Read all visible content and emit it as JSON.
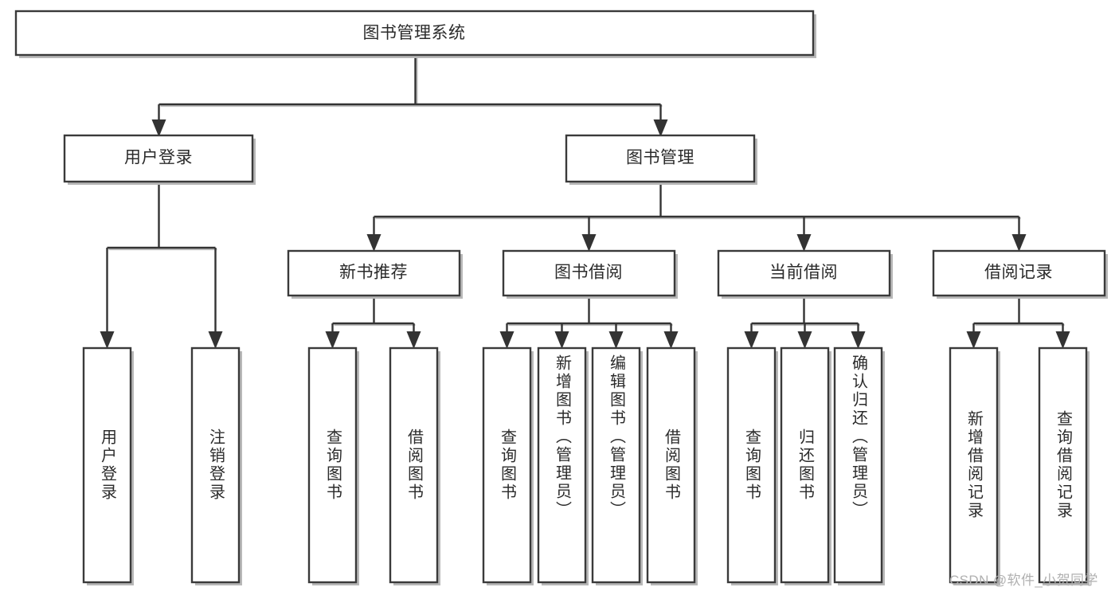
{
  "diagram": {
    "title": "图书管理系统",
    "type": "tree-hierarchy",
    "colors": {
      "node_fill": "#ffffff",
      "node_stroke": "#3a3a3a",
      "connector": "#333333",
      "text": "#2b2b2b",
      "watermark": "#b0b0b0"
    },
    "root": {
      "label": "图书管理系统"
    },
    "level2": [
      {
        "id": "user-login",
        "label": "用户登录"
      },
      {
        "id": "book-manage",
        "label": "图书管理"
      }
    ],
    "level3": [
      {
        "id": "new-book-rec",
        "label": "新书推荐",
        "parent": "book-manage"
      },
      {
        "id": "book-borrow",
        "label": "图书借阅",
        "parent": "book-manage"
      },
      {
        "id": "current-borrow",
        "label": "当前借阅",
        "parent": "book-manage"
      },
      {
        "id": "borrow-record",
        "label": "借阅记录",
        "parent": "book-manage"
      }
    ],
    "leaves": [
      {
        "id": "leaf-user-login",
        "label": "用户登录",
        "parent": "user-login"
      },
      {
        "id": "leaf-logout",
        "label": "注销登录",
        "parent": "user-login"
      },
      {
        "id": "leaf-query-book-rec",
        "label": "查询图书",
        "parent": "new-book-rec"
      },
      {
        "id": "leaf-borrow-book-rec",
        "label": "借阅图书",
        "parent": "new-book-rec"
      },
      {
        "id": "leaf-query-book-bb",
        "label": "查询图书",
        "parent": "book-borrow"
      },
      {
        "id": "leaf-add-book-admin",
        "label": "新增图书（管理员）",
        "parent": "book-borrow"
      },
      {
        "id": "leaf-edit-book-admin",
        "label": "编辑图书（管理员）",
        "parent": "book-borrow"
      },
      {
        "id": "leaf-borrow-book-bb",
        "label": "借阅图书",
        "parent": "book-borrow"
      },
      {
        "id": "leaf-query-book-cb",
        "label": "查询图书",
        "parent": "current-borrow"
      },
      {
        "id": "leaf-return-book",
        "label": "归还图书",
        "parent": "current-borrow"
      },
      {
        "id": "leaf-confirm-return-admin",
        "label": "确认归还（管理员）",
        "parent": "current-borrow"
      },
      {
        "id": "leaf-add-borrow-record",
        "label": "新增借阅记录",
        "parent": "borrow-record"
      },
      {
        "id": "leaf-query-borrow-record",
        "label": "查询借阅记录",
        "parent": "borrow-record"
      }
    ]
  },
  "watermark": {
    "text": "CSDN @软件_小贺同学"
  }
}
